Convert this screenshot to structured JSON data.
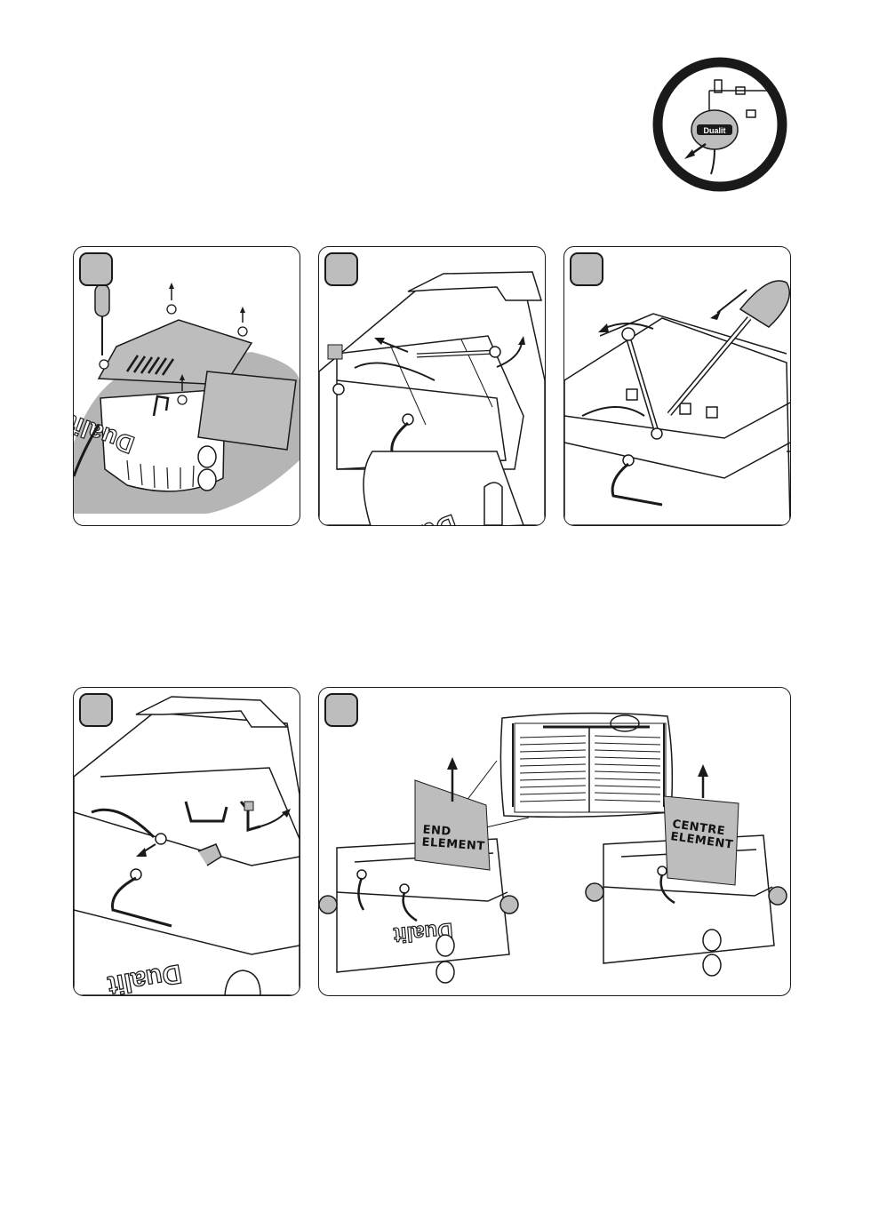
{
  "unplug_icon": {
    "plug_brand": "Dualit"
  },
  "panels": [
    {
      "step_label": "",
      "toaster_brand": "Dualit"
    },
    {
      "step_label": "",
      "toaster_brand": "Dualit"
    },
    {
      "step_label": "",
      "toaster_brand": ""
    },
    {
      "step_label": "",
      "toaster_brand": "Dualit"
    },
    {
      "step_label": "",
      "toaster_brand": "Dualit",
      "end_element_label": {
        "line1": "END",
        "line2": "ELEMENT"
      },
      "centre_element_label": {
        "line1": "CENTRE",
        "line2": "ELEMENT"
      }
    }
  ]
}
